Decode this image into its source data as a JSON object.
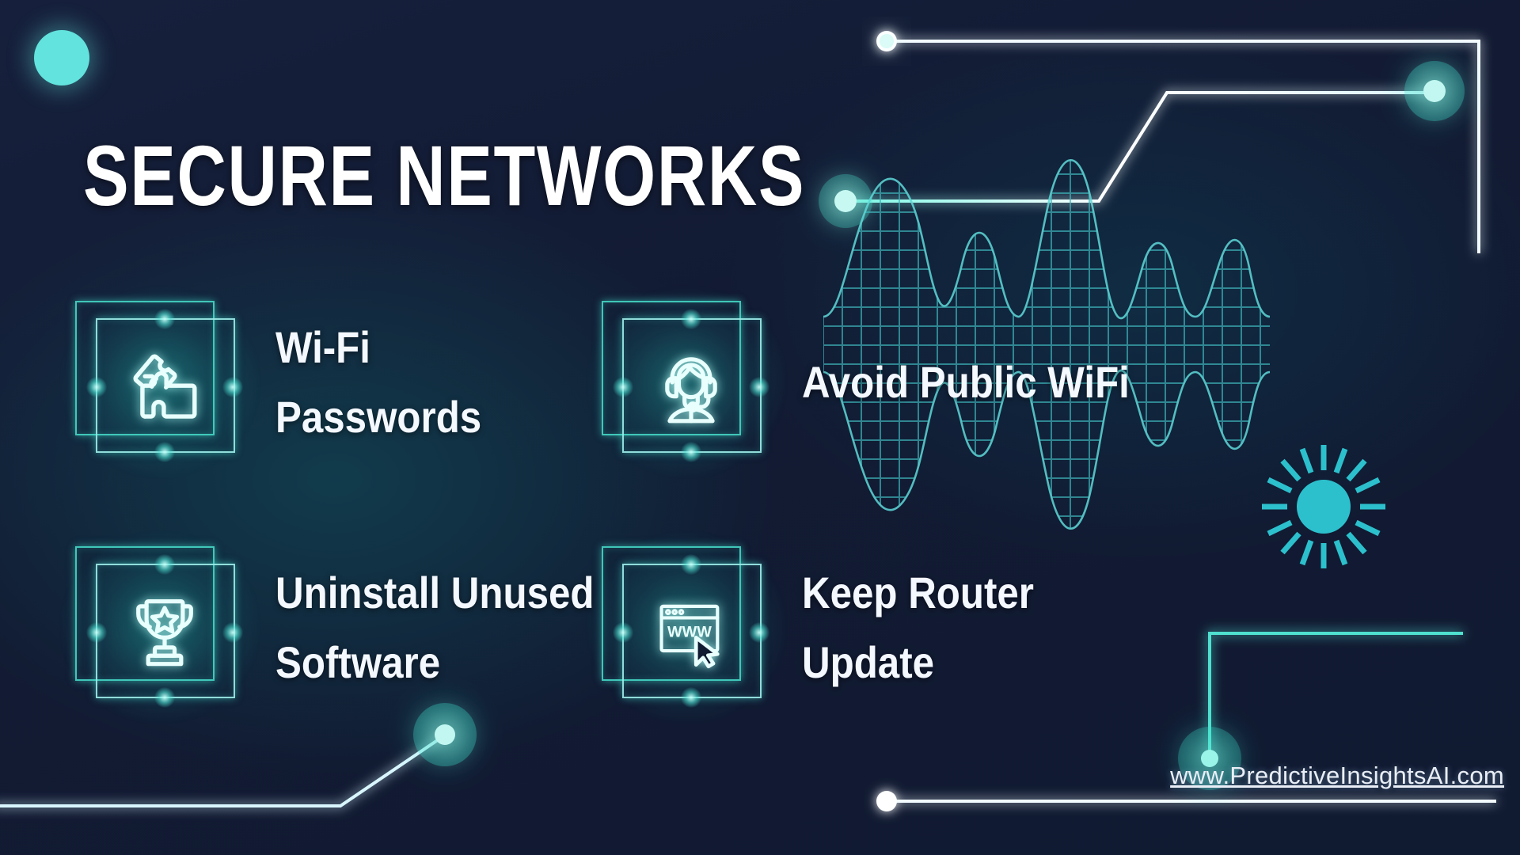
{
  "page": {
    "title": "SECURE NETWORKS",
    "background_color": "#111c34",
    "accent_color": "#4fe0cf",
    "text_color": "#ffffff"
  },
  "features": [
    {
      "icon": "puzzle-pieces-icon",
      "line1": "Wi-Fi",
      "line2": "Passwords"
    },
    {
      "icon": "headset-support-agent-icon",
      "line1": "Avoid Public WiFi",
      "line2": ""
    },
    {
      "icon": "trophy-star-icon",
      "line1": "Uninstall Unused",
      "line2": "Software"
    },
    {
      "icon": "browser-window-www-cursor-icon",
      "line1": "Keep Router",
      "line2": "Update"
    }
  ],
  "browser_icon_text": "WWW",
  "footer": {
    "url": "www.PredictiveInsightsAI.com"
  },
  "decorations": {
    "corner_dot": "cyan-circle",
    "circuit_top": "circuit-line-top-right",
    "circuit_bottom_left": "circuit-line-bottom-left",
    "circuit_bottom_right": "circuit-line-bottom-right",
    "waveform": "audio-waveform-grid",
    "sunburst": "radial-burst-icon"
  }
}
